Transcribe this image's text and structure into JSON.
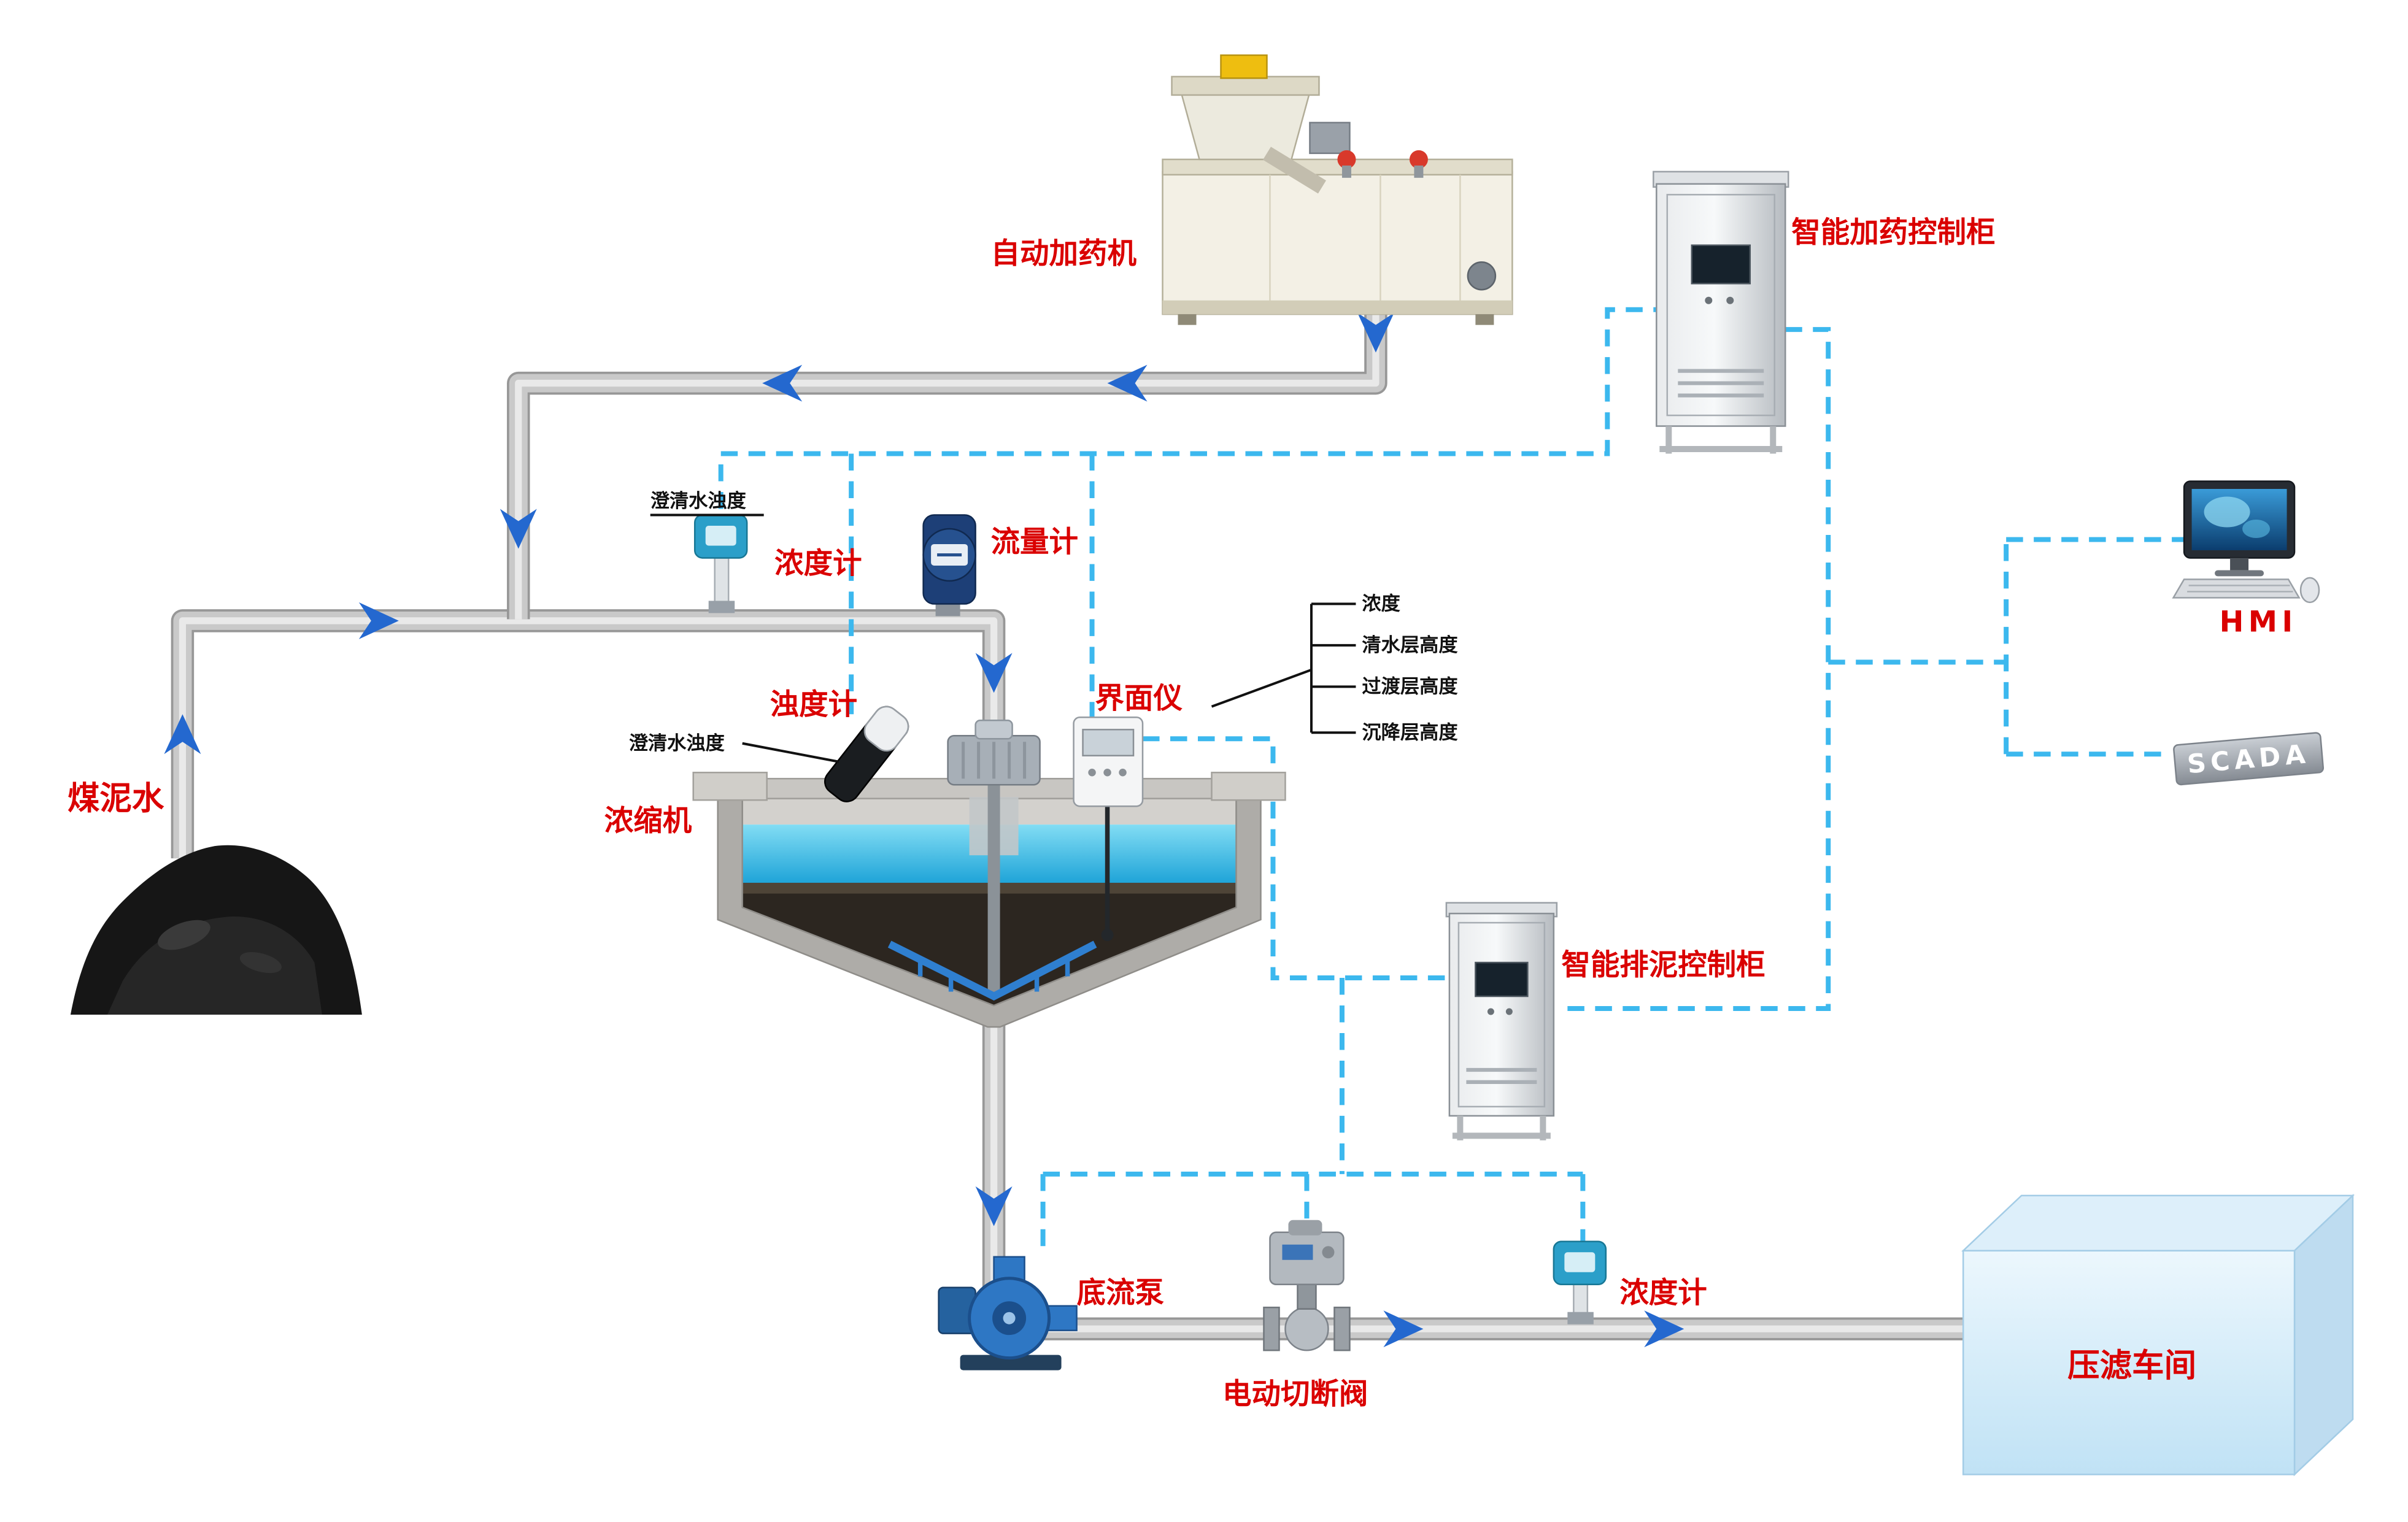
{
  "labels": {
    "coal_slurry": "煤泥水",
    "auto_dosing_machine": "自动加药机",
    "dosing_control_cabinet": "智能加药控制柜",
    "concentration_meter_top": "浓度计",
    "clarified_water_turbidity_top": "澄清水浊度",
    "flow_meter": "流量计",
    "turbidity_meter": "浊度计",
    "clarified_water_turbidity_mid": "澄清水浊度",
    "thickener": "浓缩机",
    "interface_meter": "界面仪",
    "mud_control_cabinet": "智能排泥控制柜",
    "hmi": "HMI",
    "scada": "SCADA",
    "underflow_pump": "底流泵",
    "electric_shutoff_valve": "电动切断阀",
    "concentration_meter_bottom": "浓度计",
    "filter_press_workshop": "压滤车间"
  },
  "interface_meter_outputs": [
    "浓度",
    "清水层高度",
    "过渡层高度",
    "沉降层高度"
  ],
  "colors": {
    "label_red": "#da0000",
    "annotation_black": "#111111",
    "signal_dashed_cyan": "#3cb8ee",
    "flow_arrow_blue": "#2468cf",
    "pipe_gray": "#c9c9c9",
    "water_cyan": "#2fb6e4",
    "rake_blue": "#2f7fd0",
    "cabinet_steel": "#d7dadd",
    "workshop_light_blue": "#cfe9fa"
  }
}
